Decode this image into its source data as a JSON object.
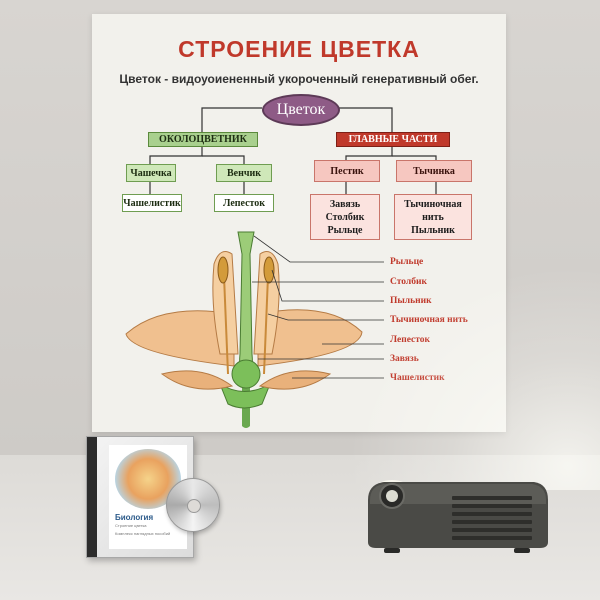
{
  "poster": {
    "title": "СТРОЕНИЕ ЦВЕТКА",
    "subtitle": "Цветок - видоуоиененный укороченный генеративный обег.",
    "root": "Цветок",
    "left_branch": {
      "header": "ОКОЛОЦВЕТНИК",
      "parts": [
        {
          "name": "Чашечка",
          "child": "Чашелистик"
        },
        {
          "name": "Венчик",
          "child": "Лепесток"
        }
      ]
    },
    "right_branch": {
      "header": "ГЛАВНЫЕ ЧАСТИ",
      "parts": [
        {
          "name": "Пестик",
          "children": [
            "Завязь",
            "Столбик",
            "Рыльце"
          ]
        },
        {
          "name": "Тычинка",
          "children": [
            "Тычиночная",
            "нить",
            "Пыльник"
          ]
        }
      ]
    },
    "labels": [
      "Рыльце",
      "Столбик",
      "Пыльник",
      "Тычиночная нить",
      "Лепесток",
      "Завязь",
      "Чашелистик"
    ]
  },
  "cd": {
    "title": "Биология",
    "subtitle": "Строение цветка",
    "note": "Комплекс наглядных пособий"
  },
  "colors": {
    "accent_red": "#c0392b",
    "green": "#a9d08e",
    "oval": "#8e5b86"
  }
}
